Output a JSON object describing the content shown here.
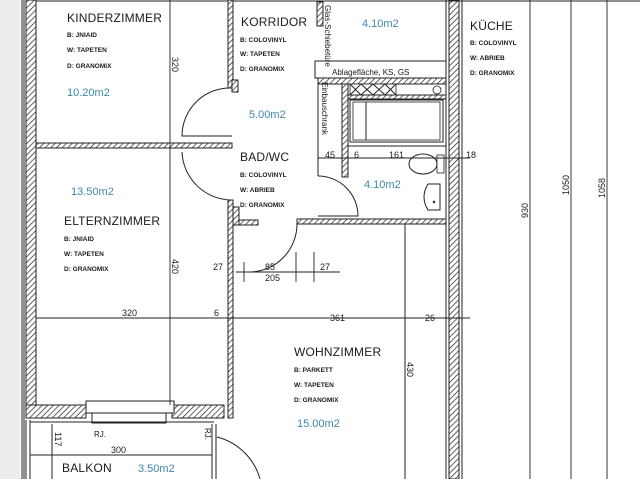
{
  "plan": {
    "rooms": [
      {
        "id": "kinderzimmer",
        "name": "KINDERZIMMER",
        "specs": [
          "B: JNIAID",
          "W: TAPETEN",
          "D: GRANOMIX"
        ],
        "area": "10.20m2"
      },
      {
        "id": "korridor",
        "name": "KORRIDOR",
        "specs": [
          "B: COLOVINYL",
          "W: TAPETEN",
          "D: GRANOMIX"
        ],
        "area": "5.00m2"
      },
      {
        "id": "kueche",
        "name": "KÜCHE",
        "specs": [
          "B: COLOVINYL",
          "W: ABRIEB",
          "D: GRANOMIX"
        ],
        "area": "4.10m2"
      },
      {
        "id": "bad_wc",
        "name": "BAD/WC",
        "specs": [
          "B: COLOVINYL",
          "W: ABRIEB",
          "D: GRANOMIX"
        ],
        "area": "4.10m2"
      },
      {
        "id": "elternzimmer",
        "name": "ELTERNZIMMER",
        "specs": [
          "B: JNIAID",
          "W: TAPETEN",
          "D: GRANOMIX"
        ],
        "area": "13.50m2"
      },
      {
        "id": "wohnzimmer",
        "name": "WOHNZIMMER",
        "specs": [
          "B: PARKETT",
          "W: TAPETEN",
          "D: GRANOMIX"
        ],
        "area": "15.00m2"
      },
      {
        "id": "balkon",
        "name": "BALKON",
        "specs": [],
        "area": "3.50m2"
      }
    ],
    "notes": {
      "glass_door": "Glas-Schiebetüre",
      "counter": "Ablagefläche, KS, GS",
      "builtin_closet": "Einbauschrank",
      "rj_left": "RJ.",
      "rj_right": "RJ."
    },
    "dimensions": {
      "kinder_height": "320",
      "eltern_height": "420",
      "eltern_width": "320",
      "wall_6a": "6",
      "wohn_width": "361",
      "wall_26": "26",
      "wohn_height": "430",
      "closet_45": "45",
      "wall_6b": "6",
      "bath_161": "161",
      "wall_18": "18",
      "door_27a": "27",
      "door_85": "85",
      "door_205": "205",
      "door_27b": "27",
      "balkon_depth": "117",
      "balkon_width": "300",
      "total_930": "930",
      "total_1050": "1050",
      "total_1058": "1058"
    }
  }
}
